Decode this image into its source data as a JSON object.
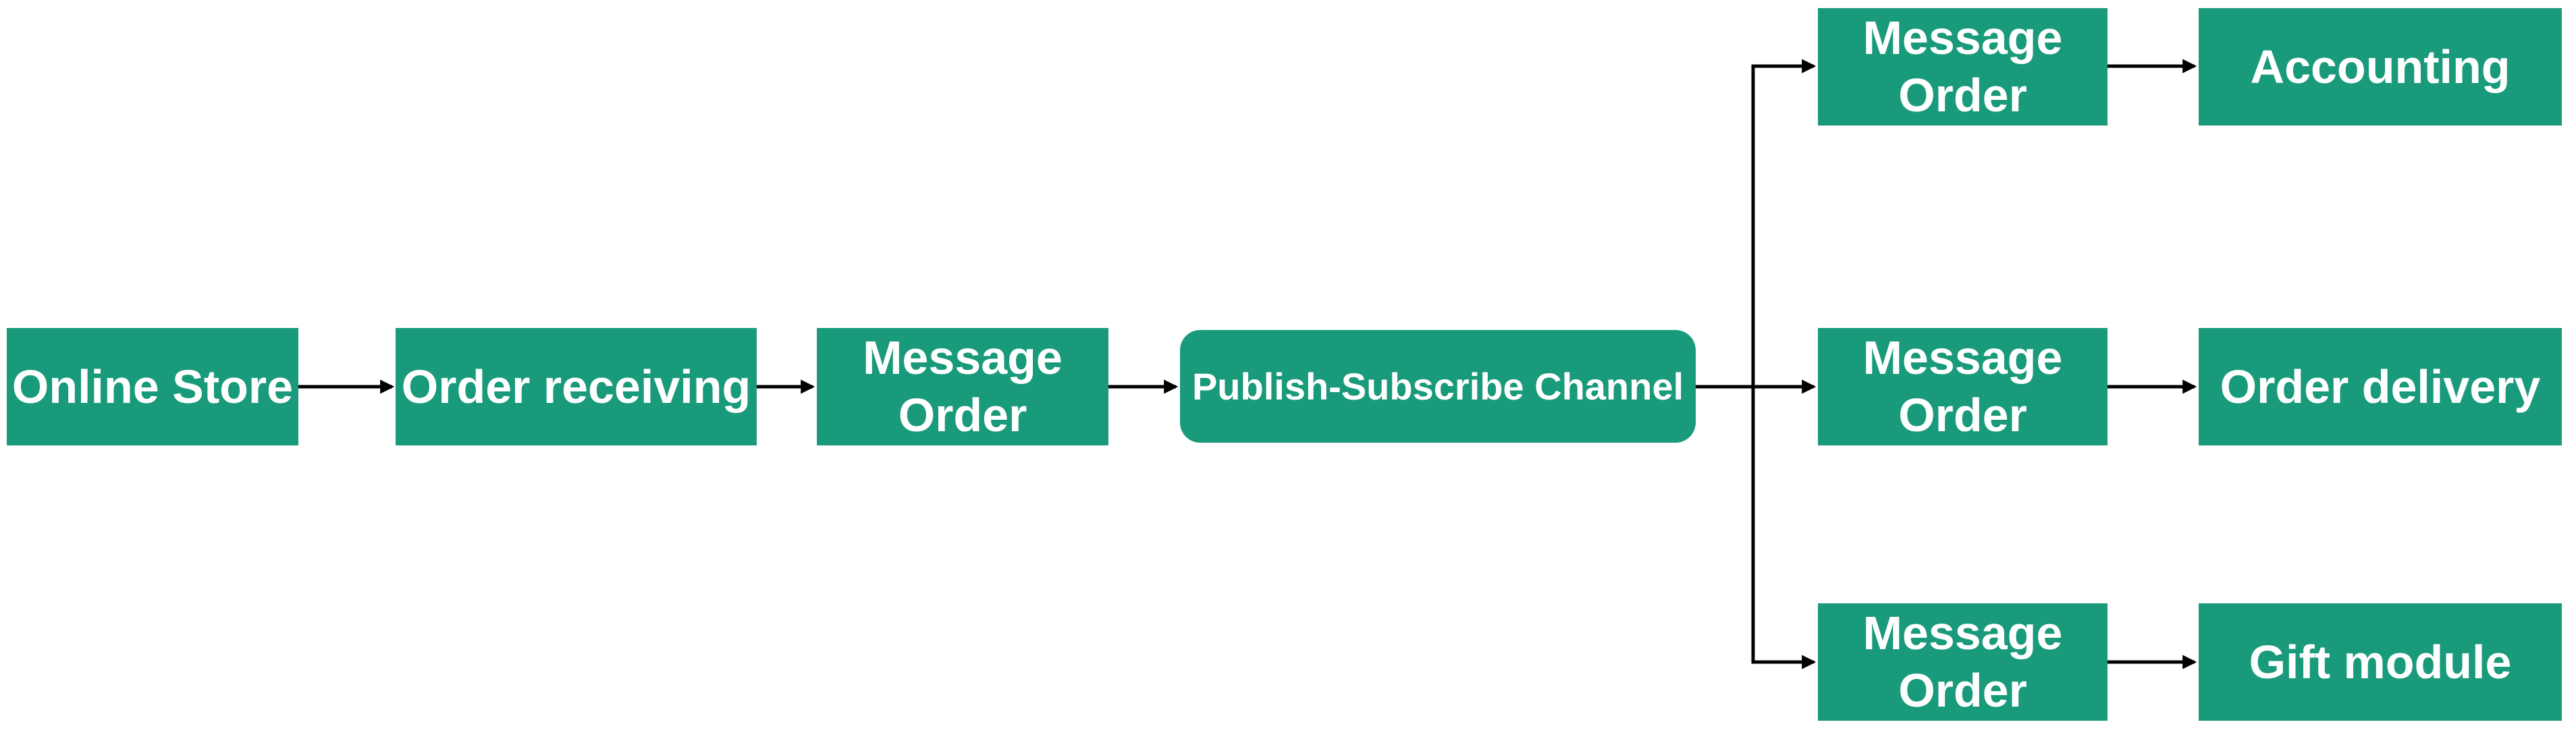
{
  "diagram": {
    "colors": {
      "background": "#ffffff",
      "node_fill": "#199a7b",
      "node_text": "#ffffff",
      "connector_color": "#000000"
    },
    "nodes": {
      "online_store": {
        "label": "Online Store"
      },
      "order_receiving": {
        "label": "Order receiving"
      },
      "message_order_main": {
        "label": "Message Order"
      },
      "pubsub_channel": {
        "label": "Publish-Subscribe Channel"
      },
      "message_order_top": {
        "label": "Message Order"
      },
      "accounting": {
        "label": "Accounting"
      },
      "message_order_middle": {
        "label": "Message Order"
      },
      "order_delivery": {
        "label": "Order delivery"
      },
      "message_order_bottom": {
        "label": "Message Order"
      },
      "gift_module": {
        "label": "Gift module"
      }
    },
    "edges": [
      {
        "from": "Online Store",
        "to": "Order receiving"
      },
      {
        "from": "Order receiving",
        "to": "Message Order"
      },
      {
        "from": "Message Order",
        "to": "Publish-Subscribe Channel"
      },
      {
        "from": "Publish-Subscribe Channel",
        "to": "Message Order (top)"
      },
      {
        "from": "Publish-Subscribe Channel",
        "to": "Message Order (middle)"
      },
      {
        "from": "Publish-Subscribe Channel",
        "to": "Message Order (bottom)"
      },
      {
        "from": "Message Order (top)",
        "to": "Accounting"
      },
      {
        "from": "Message Order (middle)",
        "to": "Order delivery"
      },
      {
        "from": "Message Order (bottom)",
        "to": "Gift module"
      }
    ]
  }
}
